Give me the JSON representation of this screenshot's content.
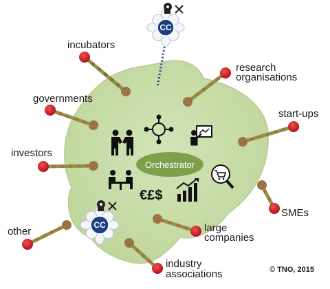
{
  "center": {
    "label": "Orchestrator"
  },
  "competence_center": {
    "label": "CC"
  },
  "stakeholders": {
    "incubators": "incubators",
    "research": [
      "research",
      "organisations"
    ],
    "governments": "governments",
    "startups": "start-ups",
    "investors": "investors",
    "smes": "SMEs",
    "other": "other",
    "large": [
      "large",
      "companies"
    ],
    "industry": [
      "industry",
      "associations"
    ]
  },
  "currency": "€£$",
  "copyright": "© TNO, 2015",
  "colors": {
    "blob": "#c9dcaa",
    "orchestrator": "#7fa04a",
    "node_red": "#d81f2a",
    "dash_green": "#7f9b47",
    "dash_orange": "#c7723d",
    "cc_blue": "#1d3f86"
  }
}
